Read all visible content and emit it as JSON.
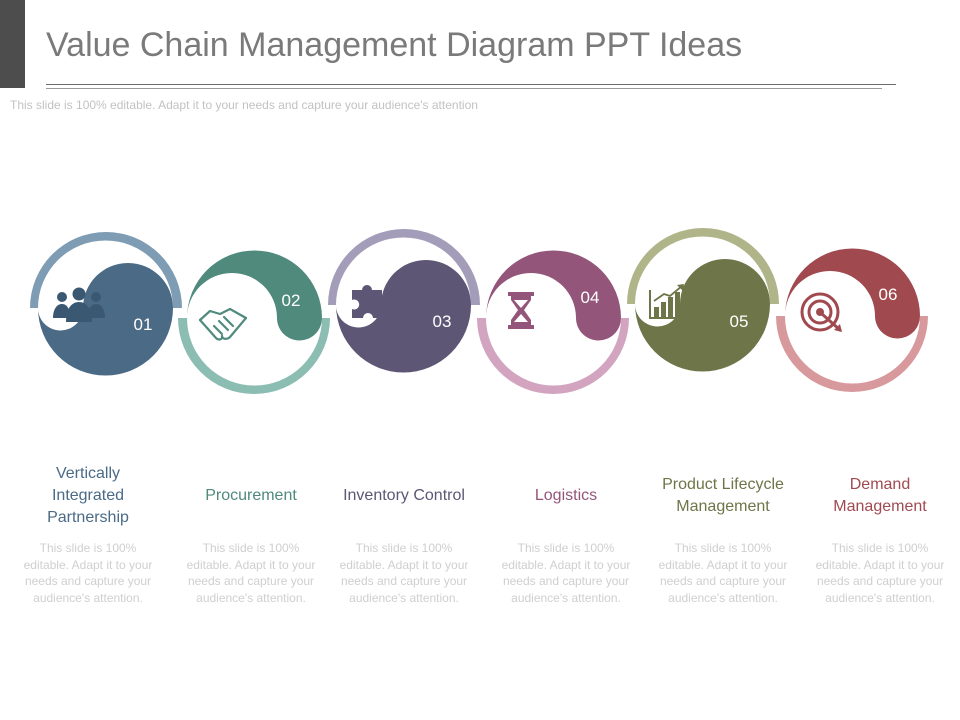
{
  "title": "Value Chain Management Diagram PPT Ideas",
  "subtitle": "This slide is 100% editable. Adapt it to your needs and capture your audience's attention",
  "steps": [
    {
      "number": "01",
      "heading": "Vertically Integrated Partnership",
      "body": "This slide is 100% editable. Adapt it to your needs and capture your audience's attention.",
      "icon": "people-group-icon",
      "color": "#4a6a86",
      "accent": "#7e9cb4"
    },
    {
      "number": "02",
      "heading": "Procurement",
      "body": "This slide is 100% editable. Adapt it to your needs and capture your audience's attention.",
      "icon": "handshake-icon",
      "color": "#4f8a7d",
      "accent": "#8cbdb2"
    },
    {
      "number": "03",
      "heading": "Inventory Control",
      "body": "This slide is 100% editable. Adapt it to your needs and capture your audience's attention.",
      "icon": "puzzle-piece-icon",
      "color": "#5d5675",
      "accent": "#a39dba"
    },
    {
      "number": "04",
      "heading": "Logistics",
      "body": "This slide is 100% editable. Adapt it to your needs and capture your audience's attention.",
      "icon": "hourglass-icon",
      "color": "#93567a",
      "accent": "#d2a4bf"
    },
    {
      "number": "05",
      "heading": "Product Lifecycle Management",
      "body": "This slide is 100% editable. Adapt it to your needs and capture your audience's attention.",
      "icon": "growth-chart-icon",
      "color": "#6e7548",
      "accent": "#b0b589"
    },
    {
      "number": "06",
      "heading": "Demand Management",
      "body": "This slide is 100% editable. Adapt it to your needs and capture your audience's attention.",
      "icon": "target-icon",
      "color": "#a04a50",
      "accent": "#d8999d"
    }
  ]
}
